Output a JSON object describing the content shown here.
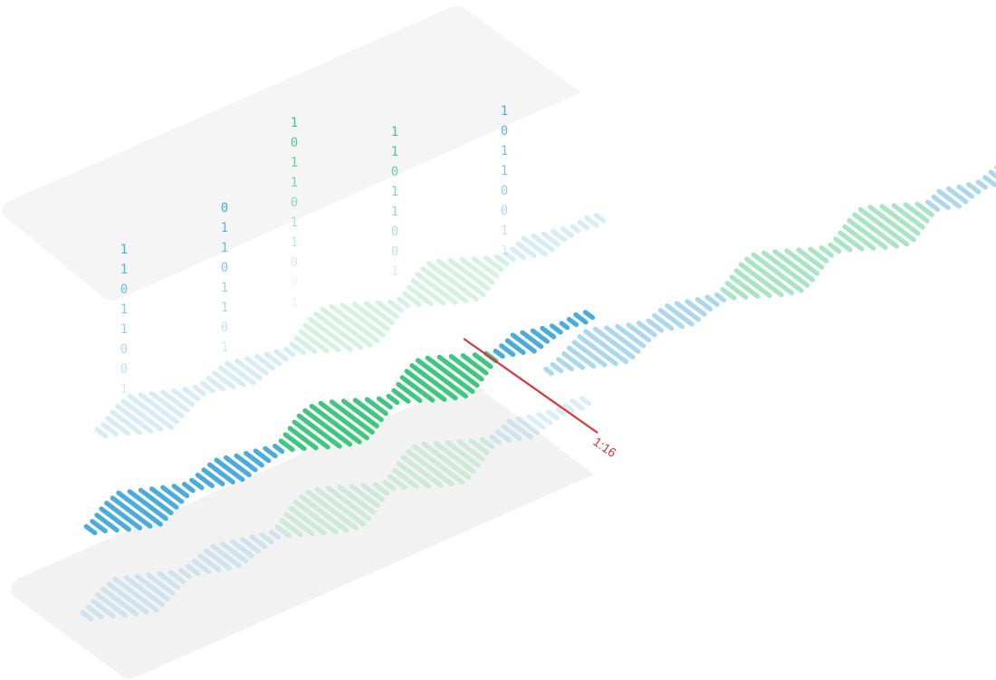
{
  "diagram": {
    "timecode_label": "1:16",
    "colors": {
      "blue": "#4aabdd",
      "green": "#3ec77f",
      "marker": "#d9373b",
      "plane": "#ececec"
    },
    "bit_columns": [
      {
        "bits": [
          "1",
          "1",
          "0",
          "1",
          "1",
          "0",
          "0",
          "1"
        ],
        "color": "#4aabdd"
      },
      {
        "bits": [
          "0",
          "1",
          "1",
          "0",
          "1",
          "1",
          "0",
          "1"
        ],
        "color": "#4aabdd"
      },
      {
        "bits": [
          "1",
          "0",
          "1",
          "1",
          "0",
          "1",
          "1",
          "0",
          "0",
          "1"
        ],
        "color": "#3ec77f"
      },
      {
        "bits": [
          "1",
          "1",
          "0",
          "1",
          "1",
          "0",
          "0",
          "1"
        ],
        "color": "#3ec77f"
      },
      {
        "bits": [
          "1",
          "0",
          "1",
          "1",
          "0",
          "0",
          "1",
          "1"
        ],
        "color": "#4aabdd"
      }
    ],
    "segments": [
      {
        "color": "blue",
        "amps": [
          12,
          18,
          28,
          38,
          46,
          52,
          58,
          50,
          42,
          34,
          26,
          18,
          12,
          14,
          20,
          26,
          32,
          36,
          32,
          26,
          22,
          18,
          14,
          10
        ]
      },
      {
        "color": "green",
        "amps": [
          16,
          26,
          36,
          46,
          56,
          62,
          66,
          64,
          56,
          46,
          36,
          26,
          16,
          12,
          20,
          30,
          42,
          52,
          60,
          66,
          62,
          52,
          42,
          32,
          22,
          14
        ]
      },
      {
        "color": "blue",
        "amps": [
          10,
          16,
          22,
          30,
          26,
          20,
          16,
          12,
          8,
          10,
          14,
          10
        ]
      }
    ],
    "segments_right": [
      {
        "color": "blue",
        "amps": [
          8,
          12,
          18,
          26,
          34,
          42,
          50,
          56,
          52,
          44,
          36,
          28,
          22,
          18,
          24,
          30,
          34,
          30,
          24,
          18,
          14,
          10
        ]
      },
      {
        "color": "green",
        "amps": [
          16,
          26,
          36,
          46,
          56,
          62,
          66,
          60,
          52,
          42,
          32,
          22,
          14,
          12,
          20,
          30,
          40,
          50,
          58,
          64,
          60,
          50,
          40,
          30,
          20
        ]
      },
      {
        "color": "blue",
        "amps": [
          14,
          20,
          28,
          24,
          18,
          14,
          10,
          14,
          20,
          26,
          22,
          16,
          12,
          8
        ]
      }
    ]
  }
}
